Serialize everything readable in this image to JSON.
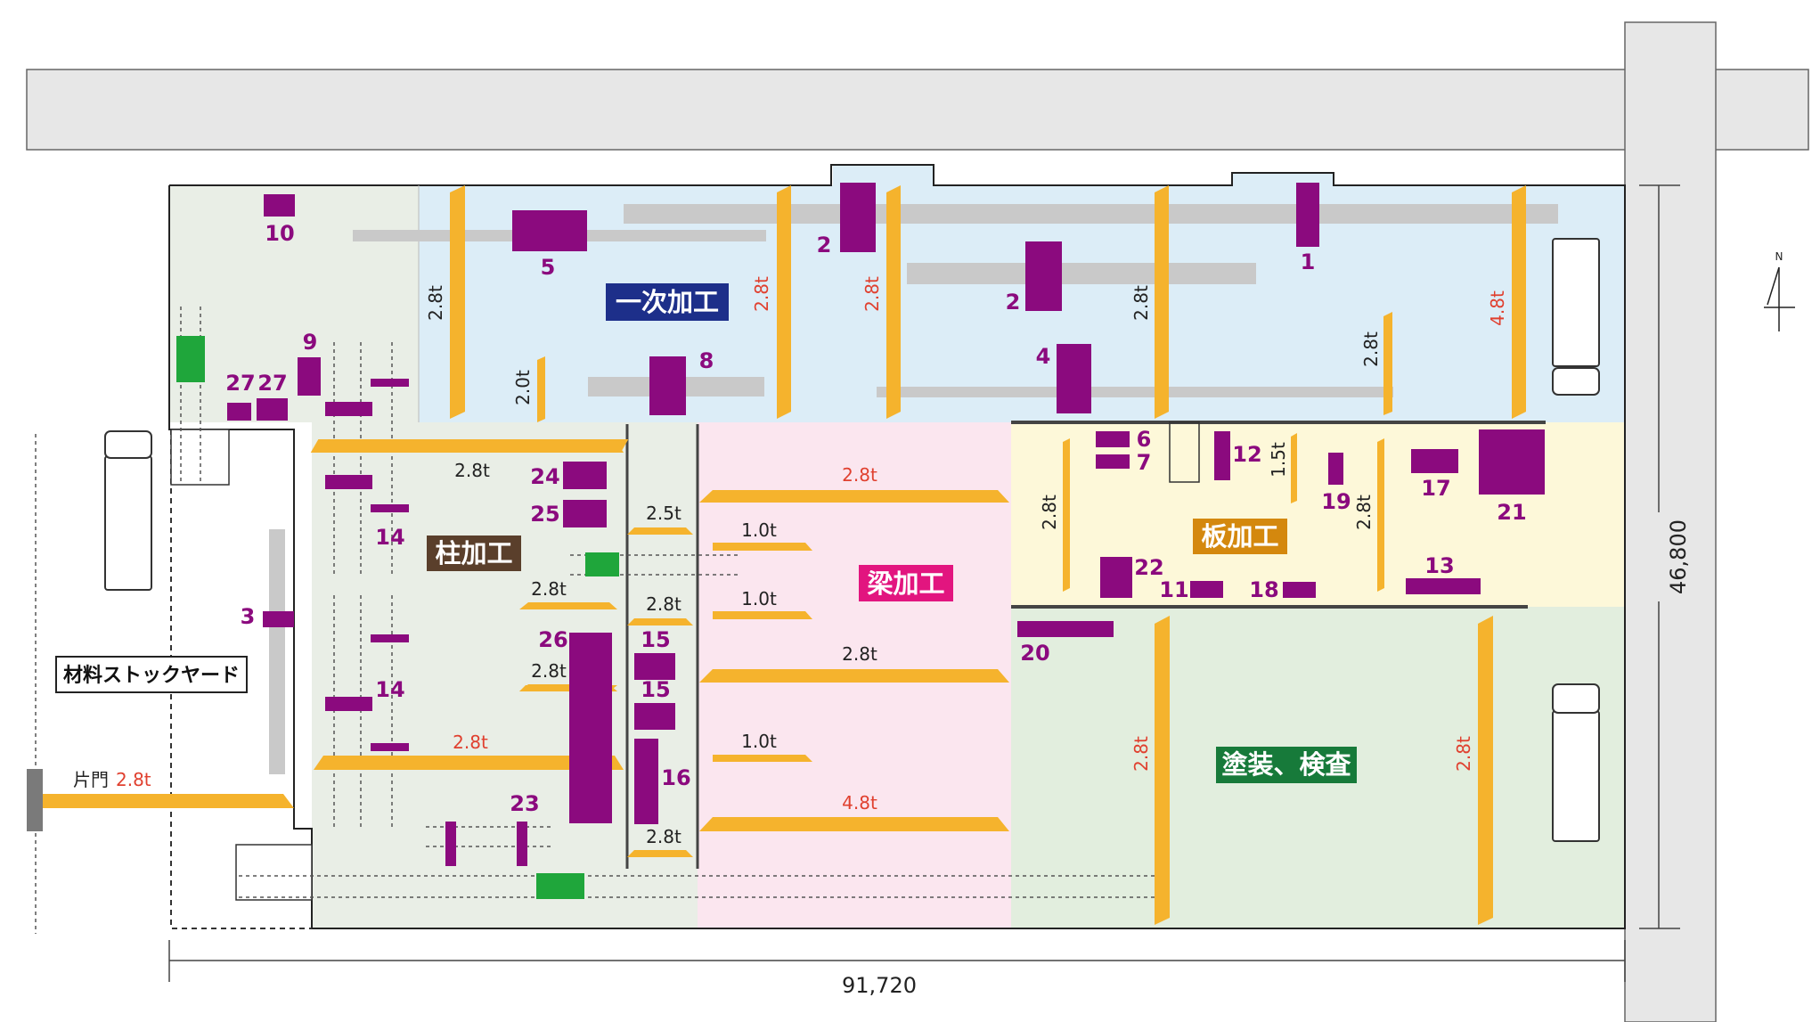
{
  "colors": {
    "road": "#e7e7e7",
    "primary_zone": "#dcedf7",
    "column_zone": "#e9eee6",
    "beam_zone": "#fbe6ef",
    "plate_zone": "#fdf8d9",
    "paint_zone": "#e2eede",
    "crane": "#f5b32d",
    "machine": "#8b0a7e",
    "green": "#1fa63b",
    "red_text": "#e0402f",
    "zone_primary_bg": "#1d2f8a",
    "zone_column_bg": "#5a3f2b",
    "zone_beam_bg": "#e2157f",
    "zone_plate_bg": "#d4880e",
    "zone_paint_bg": "#177a3a"
  },
  "zones": {
    "primary": "一次加工",
    "column": "柱加工",
    "beam": "梁加工",
    "plate": "板加工",
    "paint": "塗装、検査",
    "stock": "材料ストックヤード"
  },
  "dimensions": {
    "width": "91,720",
    "height": "46,800"
  },
  "north": "N",
  "gate": {
    "label": "片門",
    "capacity": "2.8t"
  },
  "cranes": {
    "p1": "2.8t",
    "p2": "2.0t",
    "p3": "2.8t",
    "p4": "2.8t",
    "p5": "2.8t",
    "p6": "2.8t",
    "p7": "4.8t",
    "c1": "2.8t",
    "c2": "2.5t",
    "c3": "2.8t",
    "c4": "2.8t",
    "c5": "2.8t",
    "c6": "2.8t",
    "c7": "2.8t",
    "b1": "2.8t",
    "b2": "1.0t",
    "b3": "1.0t",
    "b4": "2.8t",
    "b5": "1.0t",
    "b6": "4.8t",
    "pl1": "2.8t",
    "pl2": "1.5t",
    "pl3": "2.8t",
    "pt1": "2.8t",
    "pt2": "2.8t"
  },
  "machines": {
    "m1": "1",
    "m2a": "2",
    "m2b": "2",
    "m3": "3",
    "m4": "4",
    "m5": "5",
    "m6": "6",
    "m7": "7",
    "m8": "8",
    "m9": "9",
    "m10": "10",
    "m11": "11",
    "m12": "12",
    "m13": "13",
    "m14a": "14",
    "m14b": "14",
    "m15a": "15",
    "m15b": "15",
    "m16": "16",
    "m17": "17",
    "m18": "18",
    "m19": "19",
    "m20": "20",
    "m21": "21",
    "m22": "22",
    "m23": "23",
    "m24": "24",
    "m25": "25",
    "m26": "26",
    "m27a": "27",
    "m27b": "27"
  }
}
